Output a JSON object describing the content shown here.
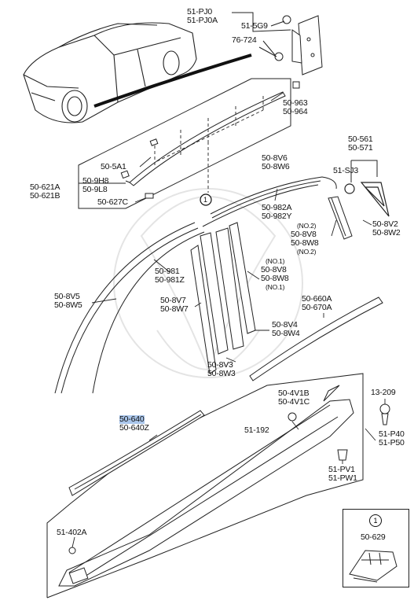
{
  "labels": {
    "pj0": [
      "51-PJ0",
      "51-PJ0A"
    ],
    "g5g9": "51-5G9",
    "c76724": "76-724",
    "c963": [
      "50-963",
      "50-964"
    ],
    "c5a1": "50-5A1",
    "c9h8": [
      "50-9H8",
      "50-9L8"
    ],
    "c621": [
      "50-621A",
      "50-621B"
    ],
    "c627": "50-627C",
    "c561": [
      "50-561",
      "50-571"
    ],
    "sj3": "51-SJ3",
    "c8v6": [
      "50-8V6",
      "50-8W6"
    ],
    "c982": [
      "50-982A",
      "50-982Y"
    ],
    "c8v8no2": [
      "(NO.2)",
      "50-8V8",
      "50-8W8",
      "(NO.2)"
    ],
    "c8v2": [
      "50-8V2",
      "50-8W2"
    ],
    "c981": [
      "50-981",
      "50-981Z"
    ],
    "c8v8no1": [
      "(NO.1)",
      "50-8V8",
      "50-8W8",
      "(NO.1)"
    ],
    "c8v5": [
      "50-8V5",
      "50-8W5"
    ],
    "c660": [
      "50-660A",
      "50-670A"
    ],
    "c8v7": [
      "50-8V7",
      "50-8W7"
    ],
    "c8v4": [
      "50-8V4",
      "50-8W4"
    ],
    "c8v3": [
      "50-8V3",
      "50-8W3"
    ],
    "c4v1": [
      "50-4V1B",
      "50-4V1C"
    ],
    "c13209": "13-209",
    "c640": [
      "50-640",
      "50-640Z"
    ],
    "c51192": "51-192",
    "p40": [
      "51-P40",
      "51-P50"
    ],
    "pv1": [
      "51-PV1",
      "51-PW1"
    ],
    "c402": "51-402A",
    "c629": "50-629",
    "ref1": "1"
  },
  "colors": {
    "line": "#1a1a1a",
    "highlight": "#a9c5ea",
    "watermark": "#e6e6e6"
  }
}
